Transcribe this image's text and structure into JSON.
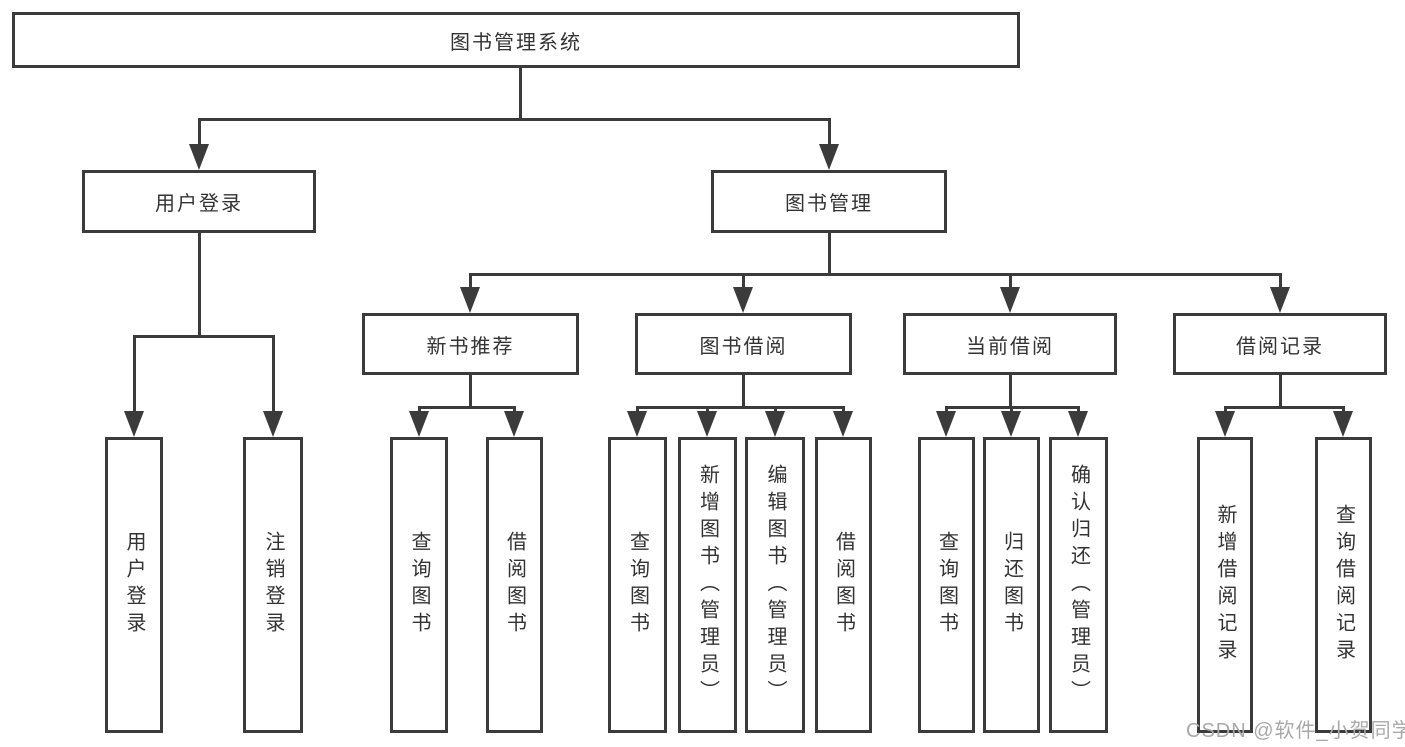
{
  "diagram": {
    "root": {
      "label": "图书管理系统"
    },
    "level2": [
      {
        "id": "user-login",
        "label": "用户登录"
      },
      {
        "id": "book-management",
        "label": "图书管理"
      }
    ],
    "level3": [
      {
        "id": "new-book-recommend",
        "label": "新书推荐"
      },
      {
        "id": "book-borrowing",
        "label": "图书借阅"
      },
      {
        "id": "current-borrowing",
        "label": "当前借阅"
      },
      {
        "id": "borrowing-records",
        "label": "借阅记录"
      }
    ],
    "leaves": [
      {
        "id": "user-login-leaf",
        "label": "用户登录"
      },
      {
        "id": "logout",
        "label": "注销登录"
      },
      {
        "id": "query-books-recommend",
        "label": "查询图书"
      },
      {
        "id": "borrow-books-recommend",
        "label": "借阅图书"
      },
      {
        "id": "query-books-borrowing",
        "label": "查询图书"
      },
      {
        "id": "add-books-admin",
        "label": "新增图书（管理员）"
      },
      {
        "id": "edit-books-admin",
        "label": "编辑图书（管理员）"
      },
      {
        "id": "borrow-books-borrowing",
        "label": "借阅图书"
      },
      {
        "id": "query-books-current",
        "label": "查询图书"
      },
      {
        "id": "return-books",
        "label": "归还图书"
      },
      {
        "id": "confirm-return-admin",
        "label": "确认归还（管理员）"
      },
      {
        "id": "add-borrow-record",
        "label": "新增借阅记录"
      },
      {
        "id": "query-borrow-record",
        "label": "查询借阅记录"
      }
    ]
  },
  "watermark": {
    "text": "CSDN @软件_小贺同学"
  },
  "colors": {
    "line": "#3b3b3b",
    "text": "#333333",
    "watermark": "#a9a9a9",
    "background": "#ffffff"
  }
}
